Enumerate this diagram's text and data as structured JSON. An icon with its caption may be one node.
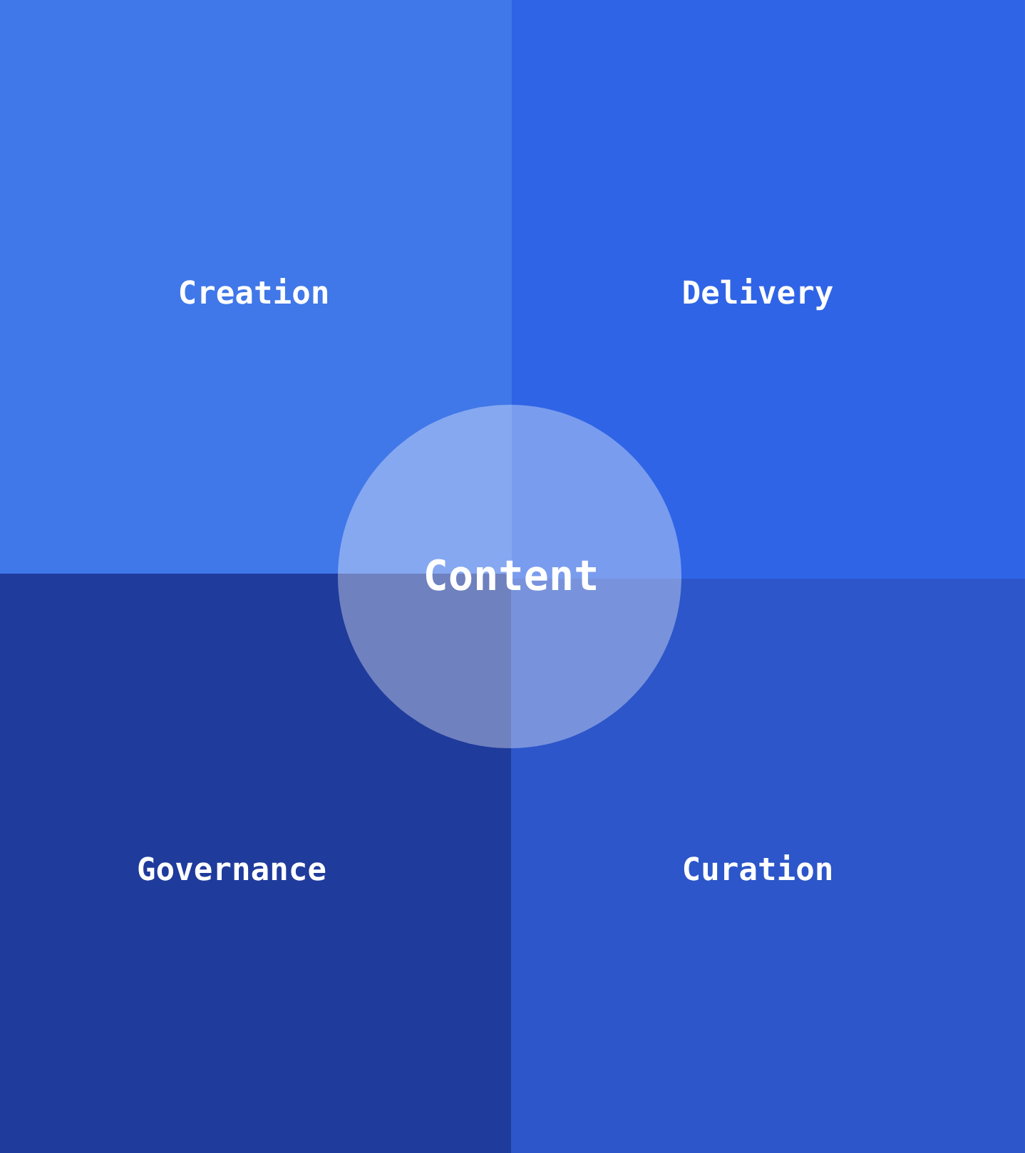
{
  "diagram": {
    "nodes": [
      {
        "text": [
          "Creation"
        ]
      },
      {
        "text": [
          "Delivery"
        ]
      },
      {
        "text": [
          "Content"
        ]
      },
      {
        "text": [
          "Governance"
        ]
      },
      {
        "text": [
          "Curation"
        ]
      }
    ]
  }
}
